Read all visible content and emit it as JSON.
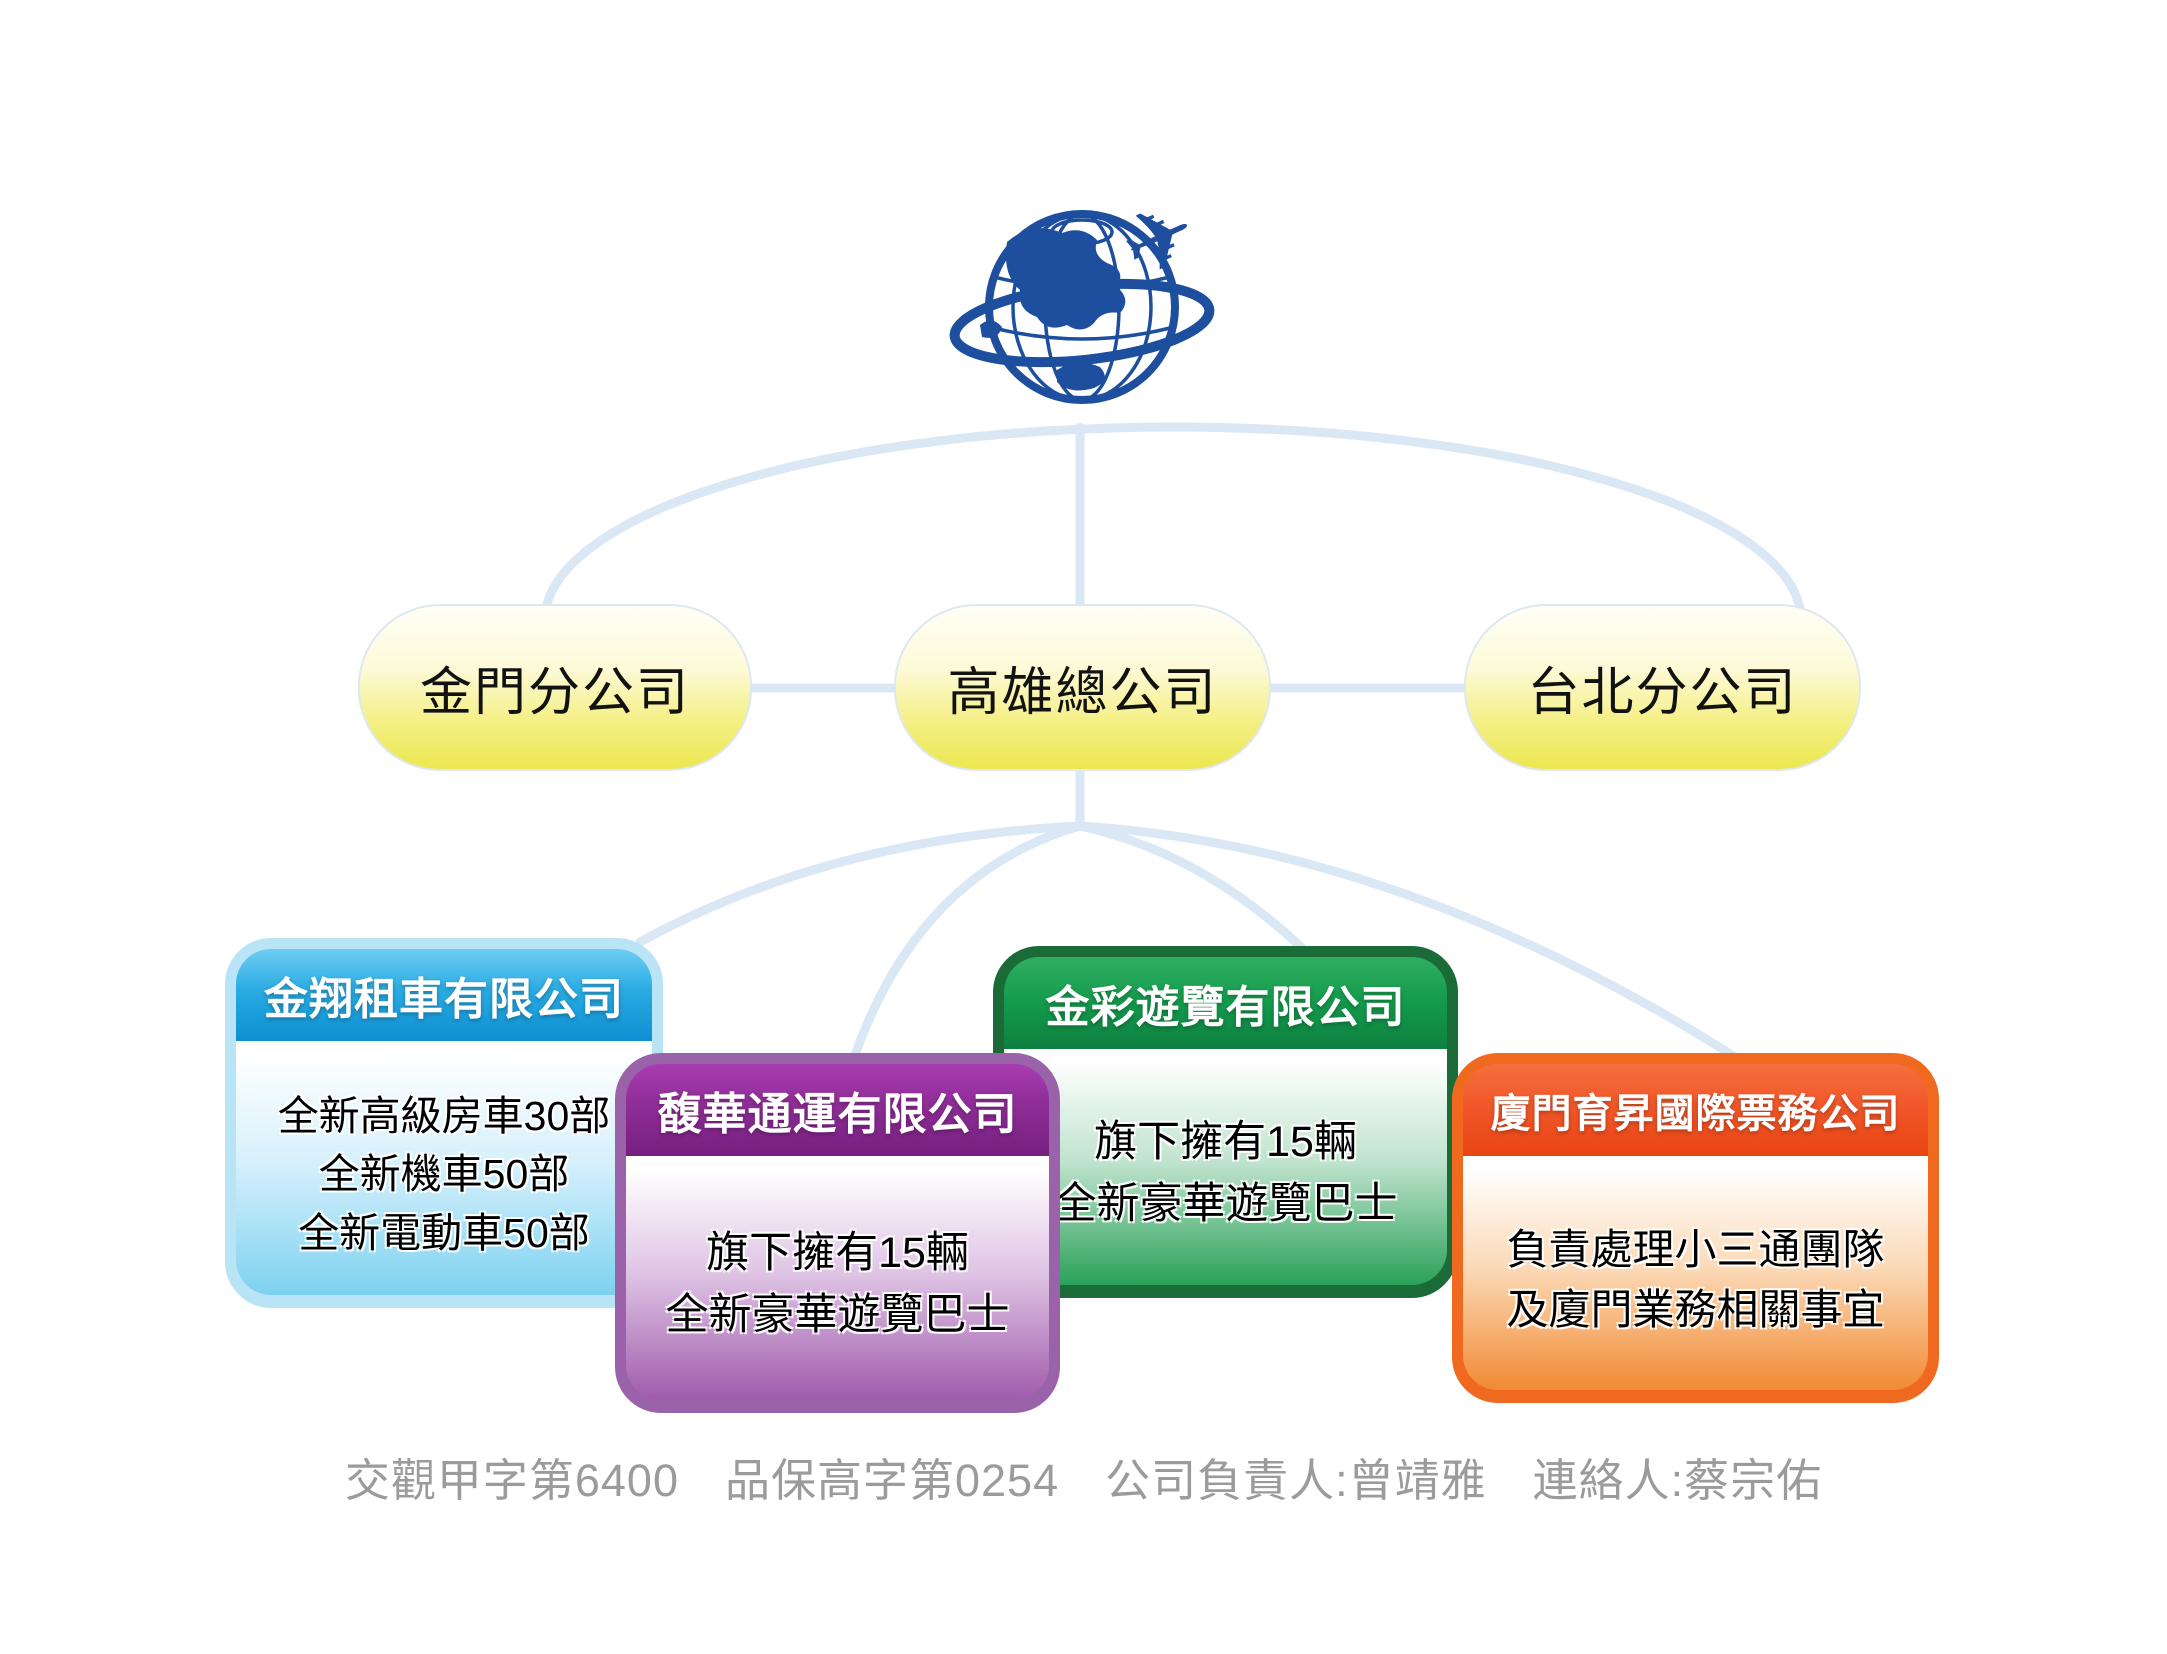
{
  "diagram": {
    "logo": {
      "icon": "globe-airplane-icon"
    },
    "branches": [
      {
        "label": "金門分公司"
      },
      {
        "label": "高雄總公司"
      },
      {
        "label": "台北分公司"
      }
    ],
    "subsidiaries": [
      {
        "name": "金翔租車有限公司",
        "theme": "blue",
        "details": [
          "全新高級房車30部",
          "全新機車50部",
          "全新電動車50部"
        ]
      },
      {
        "name": "馥華通運有限公司",
        "theme": "purple",
        "details": [
          "旗下擁有15輛",
          "全新豪華遊覽巴士"
        ]
      },
      {
        "name": "金彩遊覽有限公司",
        "theme": "green",
        "details": [
          "旗下擁有15輛",
          "全新豪華遊覽巴士"
        ]
      },
      {
        "name": "廈門育昇國際票務公司",
        "theme": "orange",
        "details": [
          "負責處理小三通團隊",
          "及廈門業務相關事宜"
        ]
      }
    ],
    "footer": [
      "交觀甲字第6400",
      "品保高字第0254",
      "公司負責人:曾靖雅",
      "連絡人:蔡宗佑"
    ],
    "colors": {
      "connector": "#d9e8f4",
      "globe": "#1d4f9e",
      "blue_accent": "#29abe2",
      "purple_accent": "#8e2d96",
      "green_accent": "#149a4c",
      "orange_accent": "#f1572a",
      "yellow_node": "#ece74f",
      "footer_text": "#9b9b9b"
    }
  }
}
